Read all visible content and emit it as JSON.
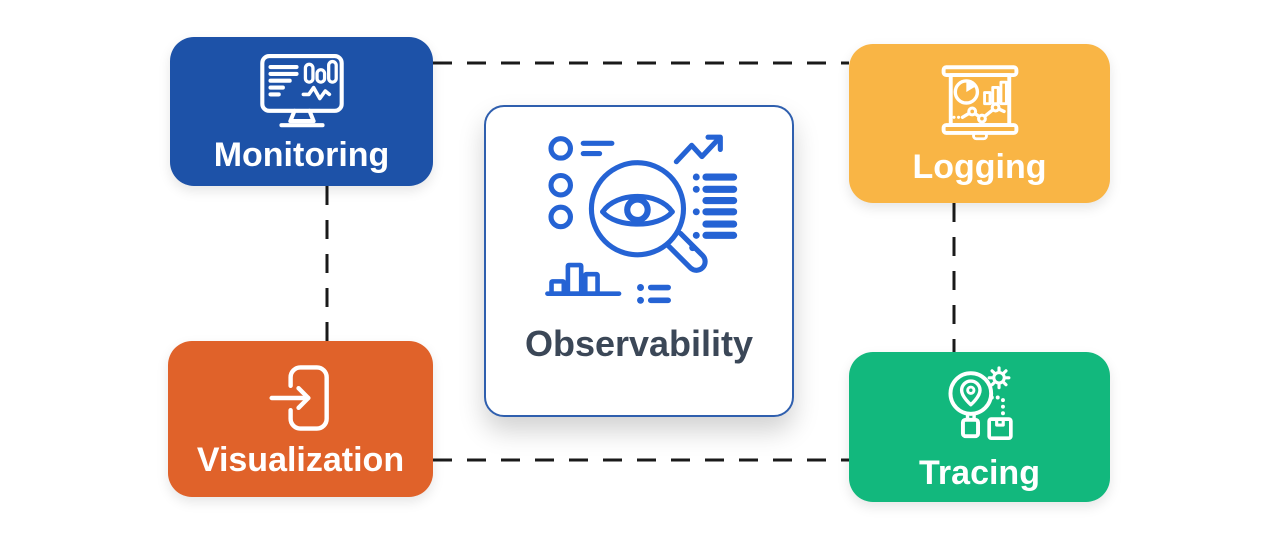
{
  "center": {
    "label": "Observability",
    "icon": "eye-magnifier-analytics-icon",
    "bg_color": "#ffffff",
    "border_color": "#2f5fae",
    "icon_color": "#2563d4",
    "text_color": "#3b4757"
  },
  "nodes": [
    {
      "id": "monitoring",
      "label": "Monitoring",
      "position": "top-left",
      "bg_color": "#1d52a8",
      "text_color": "#ffffff",
      "icon": "monitor-metrics-icon"
    },
    {
      "id": "logging",
      "label": "Logging",
      "position": "top-right",
      "bg_color": "#f9b545",
      "text_color": "#ffffff",
      "icon": "presentation-board-charts-icon"
    },
    {
      "id": "visualization",
      "label": "Visualization",
      "position": "bottom-left",
      "bg_color": "#e0622a",
      "text_color": "#ffffff",
      "icon": "enter-door-arrow-icon"
    },
    {
      "id": "tracing",
      "label": "Tracing",
      "position": "bottom-right",
      "bg_color": "#12b87d",
      "text_color": "#ffffff",
      "icon": "magnifier-location-package-icon"
    }
  ],
  "connectors": {
    "style": "dashed",
    "color": "#1a1a1a",
    "lines": [
      {
        "from": "monitoring",
        "to": "logging",
        "orientation": "horizontal"
      },
      {
        "from": "monitoring",
        "to": "visualization",
        "orientation": "vertical"
      },
      {
        "from": "logging",
        "to": "tracing",
        "orientation": "vertical"
      },
      {
        "from": "visualization",
        "to": "tracing",
        "orientation": "horizontal"
      }
    ]
  }
}
